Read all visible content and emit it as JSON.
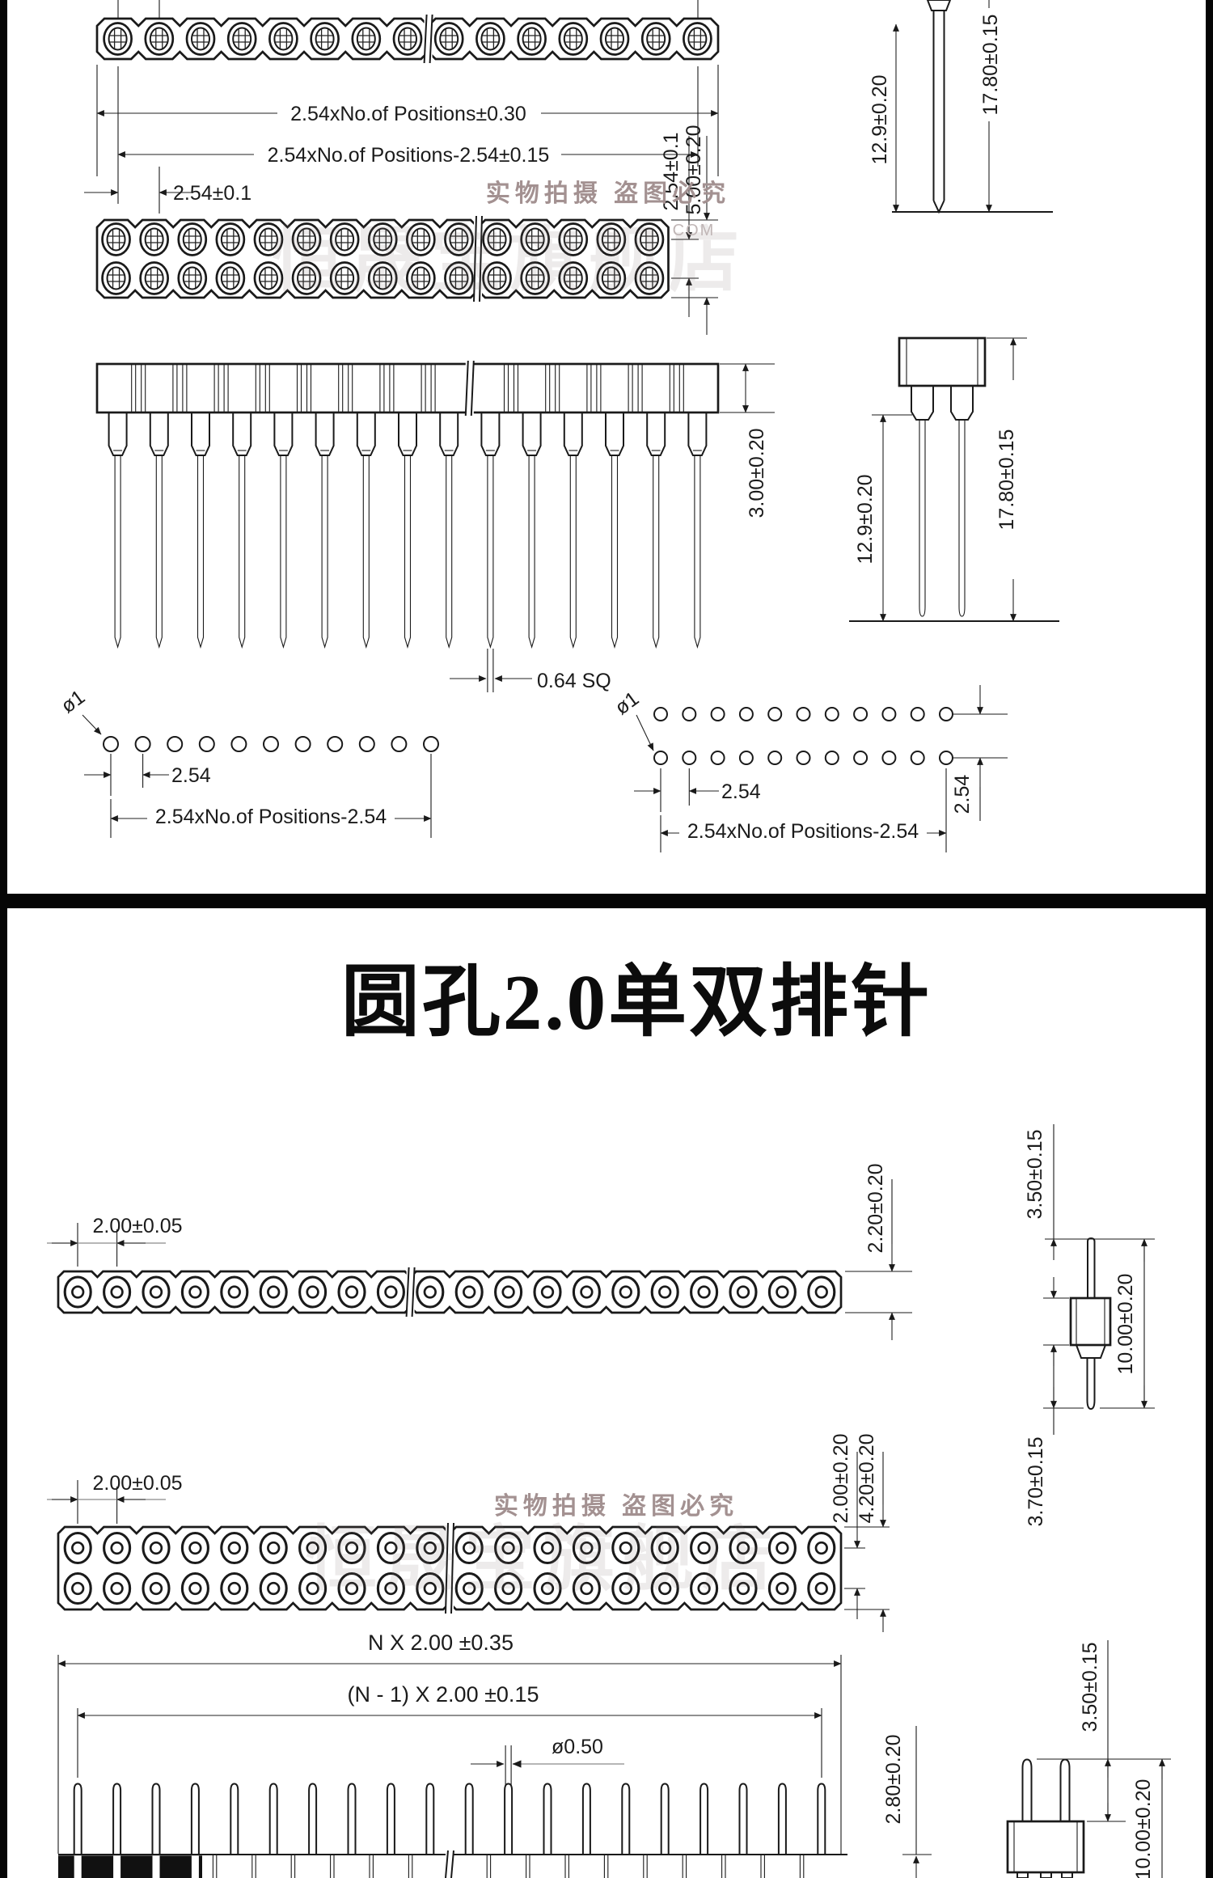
{
  "section1": {
    "dim_overall": "2.54xNo.of Positions±0.30",
    "dim_inner": "2.54xNo.of Positions-2.54±0.15",
    "dim_pitch": "2.54±0.1",
    "dim_row_pitch": "2.54±0.1",
    "dim_body_height": "5.00±0.20",
    "dim_pin_length": "12.9±0.20",
    "dim_total_length": "17.80±0.15",
    "dim_insulator_height": "3.00±0.20",
    "dim_pin_square": "0.64 SQ",
    "dim_socket_pin_length": "12.9±0.20",
    "dim_socket_total_length": "17.80±0.15",
    "fp_left": {
      "hole_dia": "ø1",
      "pitch": "2.54",
      "span": "2.54xNo.of Positions-2.54"
    },
    "fp_right": {
      "hole_dia": "ø1",
      "pitch": "2.54",
      "span": "2.54xNo.of Positions-2.54",
      "row_pitch": "2.54"
    },
    "watermark_photo": "实物拍摄 盗图必究",
    "watermark_com": "COM",
    "watermark_store": "恒晟宝旗舰店"
  },
  "section2": {
    "title": "圆孔2.0单双排针",
    "single_row": {
      "pitch": "2.00±0.05",
      "height": "2.20±0.20"
    },
    "pin": {
      "top": "3.50±0.15",
      "overall": "10.00±0.20",
      "bottom": "3.70±0.15"
    },
    "double_row": {
      "pitch": "2.00±0.05",
      "row_pitch": "2.00±0.20",
      "height": "4.20±0.20"
    },
    "header": {
      "span_outer": "N X 2.00 ±0.35",
      "span_inner": "(N - 1) X 2.00 ±0.15",
      "pin_dia": "ø0.50",
      "body_height": "2.80±0.20"
    },
    "small_header": {
      "pin_top": "3.50±0.15",
      "overall": "10.00±0.20"
    },
    "watermark_photo": "实物拍摄 盗图必究",
    "watermark_store": "恒晟宝旗舰店"
  }
}
